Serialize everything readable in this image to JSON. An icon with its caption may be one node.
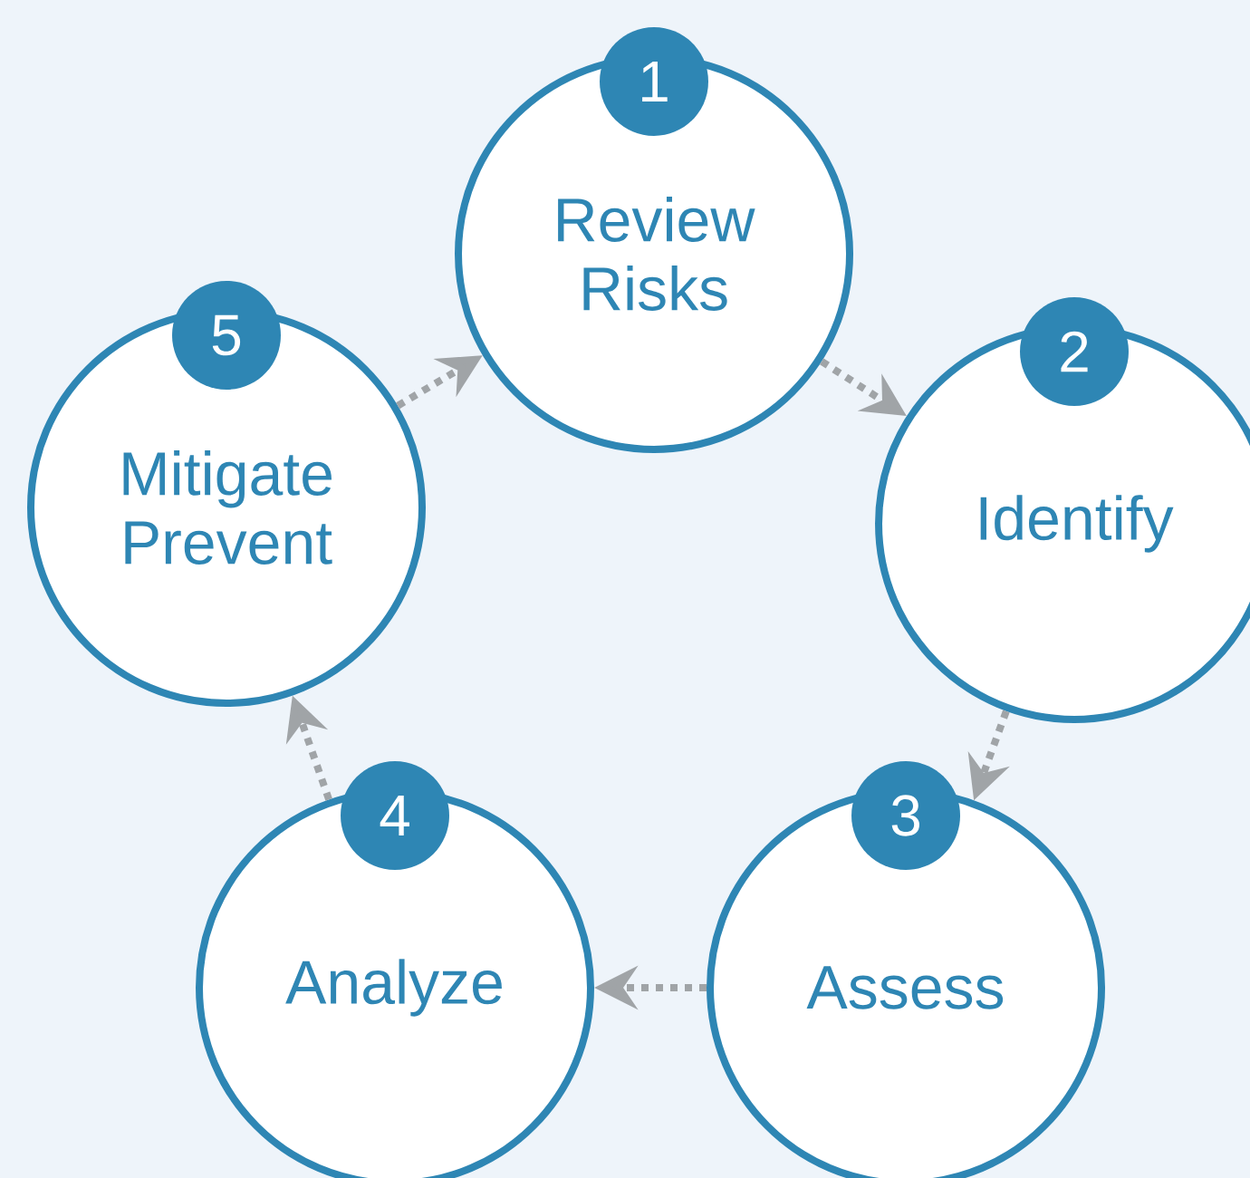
{
  "diagram": {
    "nodes": [
      {
        "text": [
          "1",
          "Review Risks"
        ]
      },
      {
        "text": [
          "2",
          "Identify"
        ]
      },
      {
        "text": [
          "3",
          "Assess"
        ]
      },
      {
        "text": [
          "4",
          "Analyze"
        ]
      },
      {
        "text": [
          "5",
          "Mitigate Prevent"
        ]
      }
    ],
    "edges": [
      {
        "from": 0,
        "to": 1,
        "arrow": "to",
        "style": "dashed"
      },
      {
        "from": 1,
        "to": 2,
        "arrow": "to",
        "style": "dashed"
      },
      {
        "from": 2,
        "to": 3,
        "arrow": "to",
        "style": "dashed"
      },
      {
        "from": 3,
        "to": 4,
        "arrow": "to",
        "style": "dashed"
      },
      {
        "from": 4,
        "to": 0,
        "arrow": "to",
        "style": "dashed"
      }
    ]
  }
}
